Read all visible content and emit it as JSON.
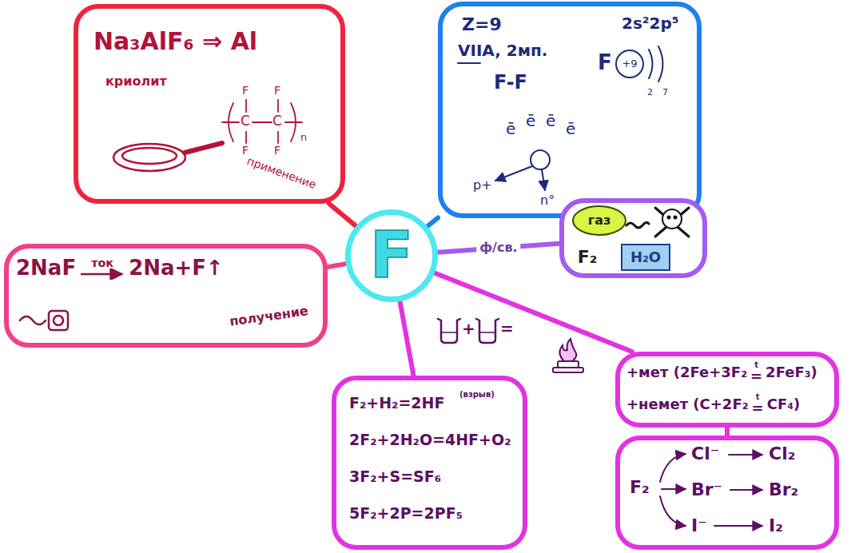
{
  "diagram": {
    "nodes": [
      {
        "text": [
          "F"
        ]
      },
      {
        "text": [
          "Na₃AlF₆ ⇒ Al",
          "криолит",
          "F",
          "F",
          "C",
          "C",
          "F",
          "F",
          "n",
          "применение"
        ]
      },
      {
        "text": [
          "Z=9",
          "VIIA, 2мп.",
          "F-F",
          "2s²2p⁵",
          "F",
          "+9",
          "2",
          "7",
          "ē",
          "ē",
          "ē",
          "ē",
          "p+",
          "n°"
        ]
      },
      {
        "text": [
          "газ",
          "F₂",
          "H₂O"
        ]
      },
      {
        "text": [
          "2NaF",
          "ток",
          "2Na+F↑",
          "получение"
        ]
      },
      {
        "text": [
          "+мет (2Fe+3F₂",
          "t",
          "=",
          "2FeF₃)",
          "+немет (C+2F₂",
          "t",
          "=",
          "CF₄)"
        ]
      },
      {
        "text": [
          "F₂+H₂=2HF",
          "(взрыв)",
          "2F₂+2H₂O=4HF+O₂",
          "3F₂+S=SF₆",
          "5F₂+2P=2PF₅"
        ]
      },
      {
        "text": [
          "F₂",
          "Cl⁻",
          "Cl₂",
          "Br⁻",
          "Br₂",
          "I⁻",
          "I₂"
        ]
      }
    ],
    "edges": [
      {
        "from": 0,
        "to": 1,
        "arrow": "none"
      },
      {
        "from": 0,
        "to": 2,
        "arrow": "none"
      },
      {
        "from": 0,
        "to": 3,
        "label": "ф/св.",
        "arrow": "none"
      },
      {
        "from": 0,
        "to": 4,
        "arrow": "none"
      },
      {
        "from": 0,
        "to": 5,
        "arrow": "none"
      },
      {
        "from": 0,
        "to": 6,
        "arrow": "none"
      },
      {
        "from": 5,
        "to": 7,
        "arrow": "none"
      }
    ],
    "labels": [
      "+",
      "="
    ]
  }
}
